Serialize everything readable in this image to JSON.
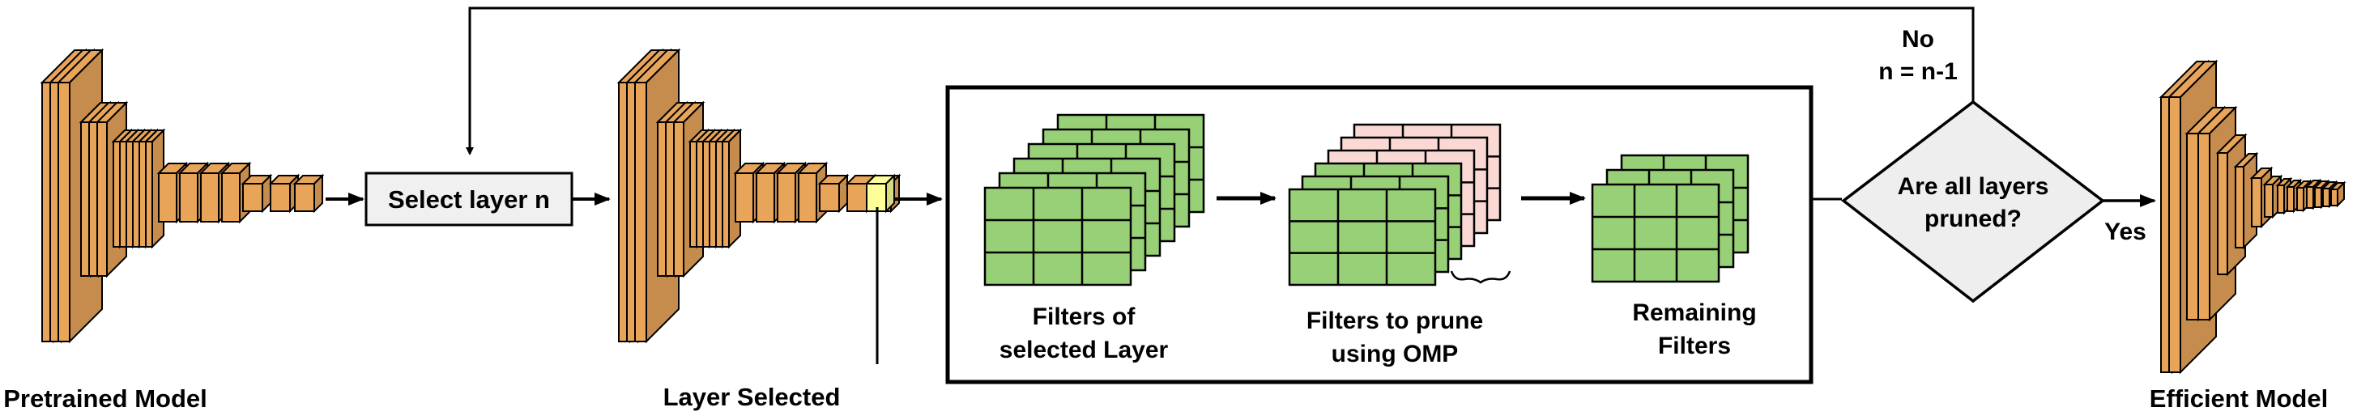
{
  "labels": {
    "pretrained_model": "Pretrained Model",
    "select_layer": "Select layer n",
    "layer_selected": "Layer Selected",
    "filters_of_line1": "Filters of",
    "filters_of_line2": "selected Layer",
    "filters_to_prune_line1": "Filters to prune",
    "filters_to_prune_line2": "using OMP",
    "remaining_line1": "Remaining",
    "remaining_line2": "Filters",
    "decision_line1": "Are all layers",
    "decision_line2": "pruned?",
    "no": "No",
    "n_update": "n = n-1",
    "yes": "Yes",
    "efficient_model": "Efficient Model"
  },
  "colors": {
    "layer_fill": "#e8a55a",
    "layer_fill_light": "#f2b27a",
    "selected_layer": "#ffff99",
    "filter_green": "#97d077",
    "filter_pink": "#fad9d5",
    "select_box": "#f0f0f0",
    "decision_fill": "#eeeeee",
    "stroke": "#000000"
  }
}
